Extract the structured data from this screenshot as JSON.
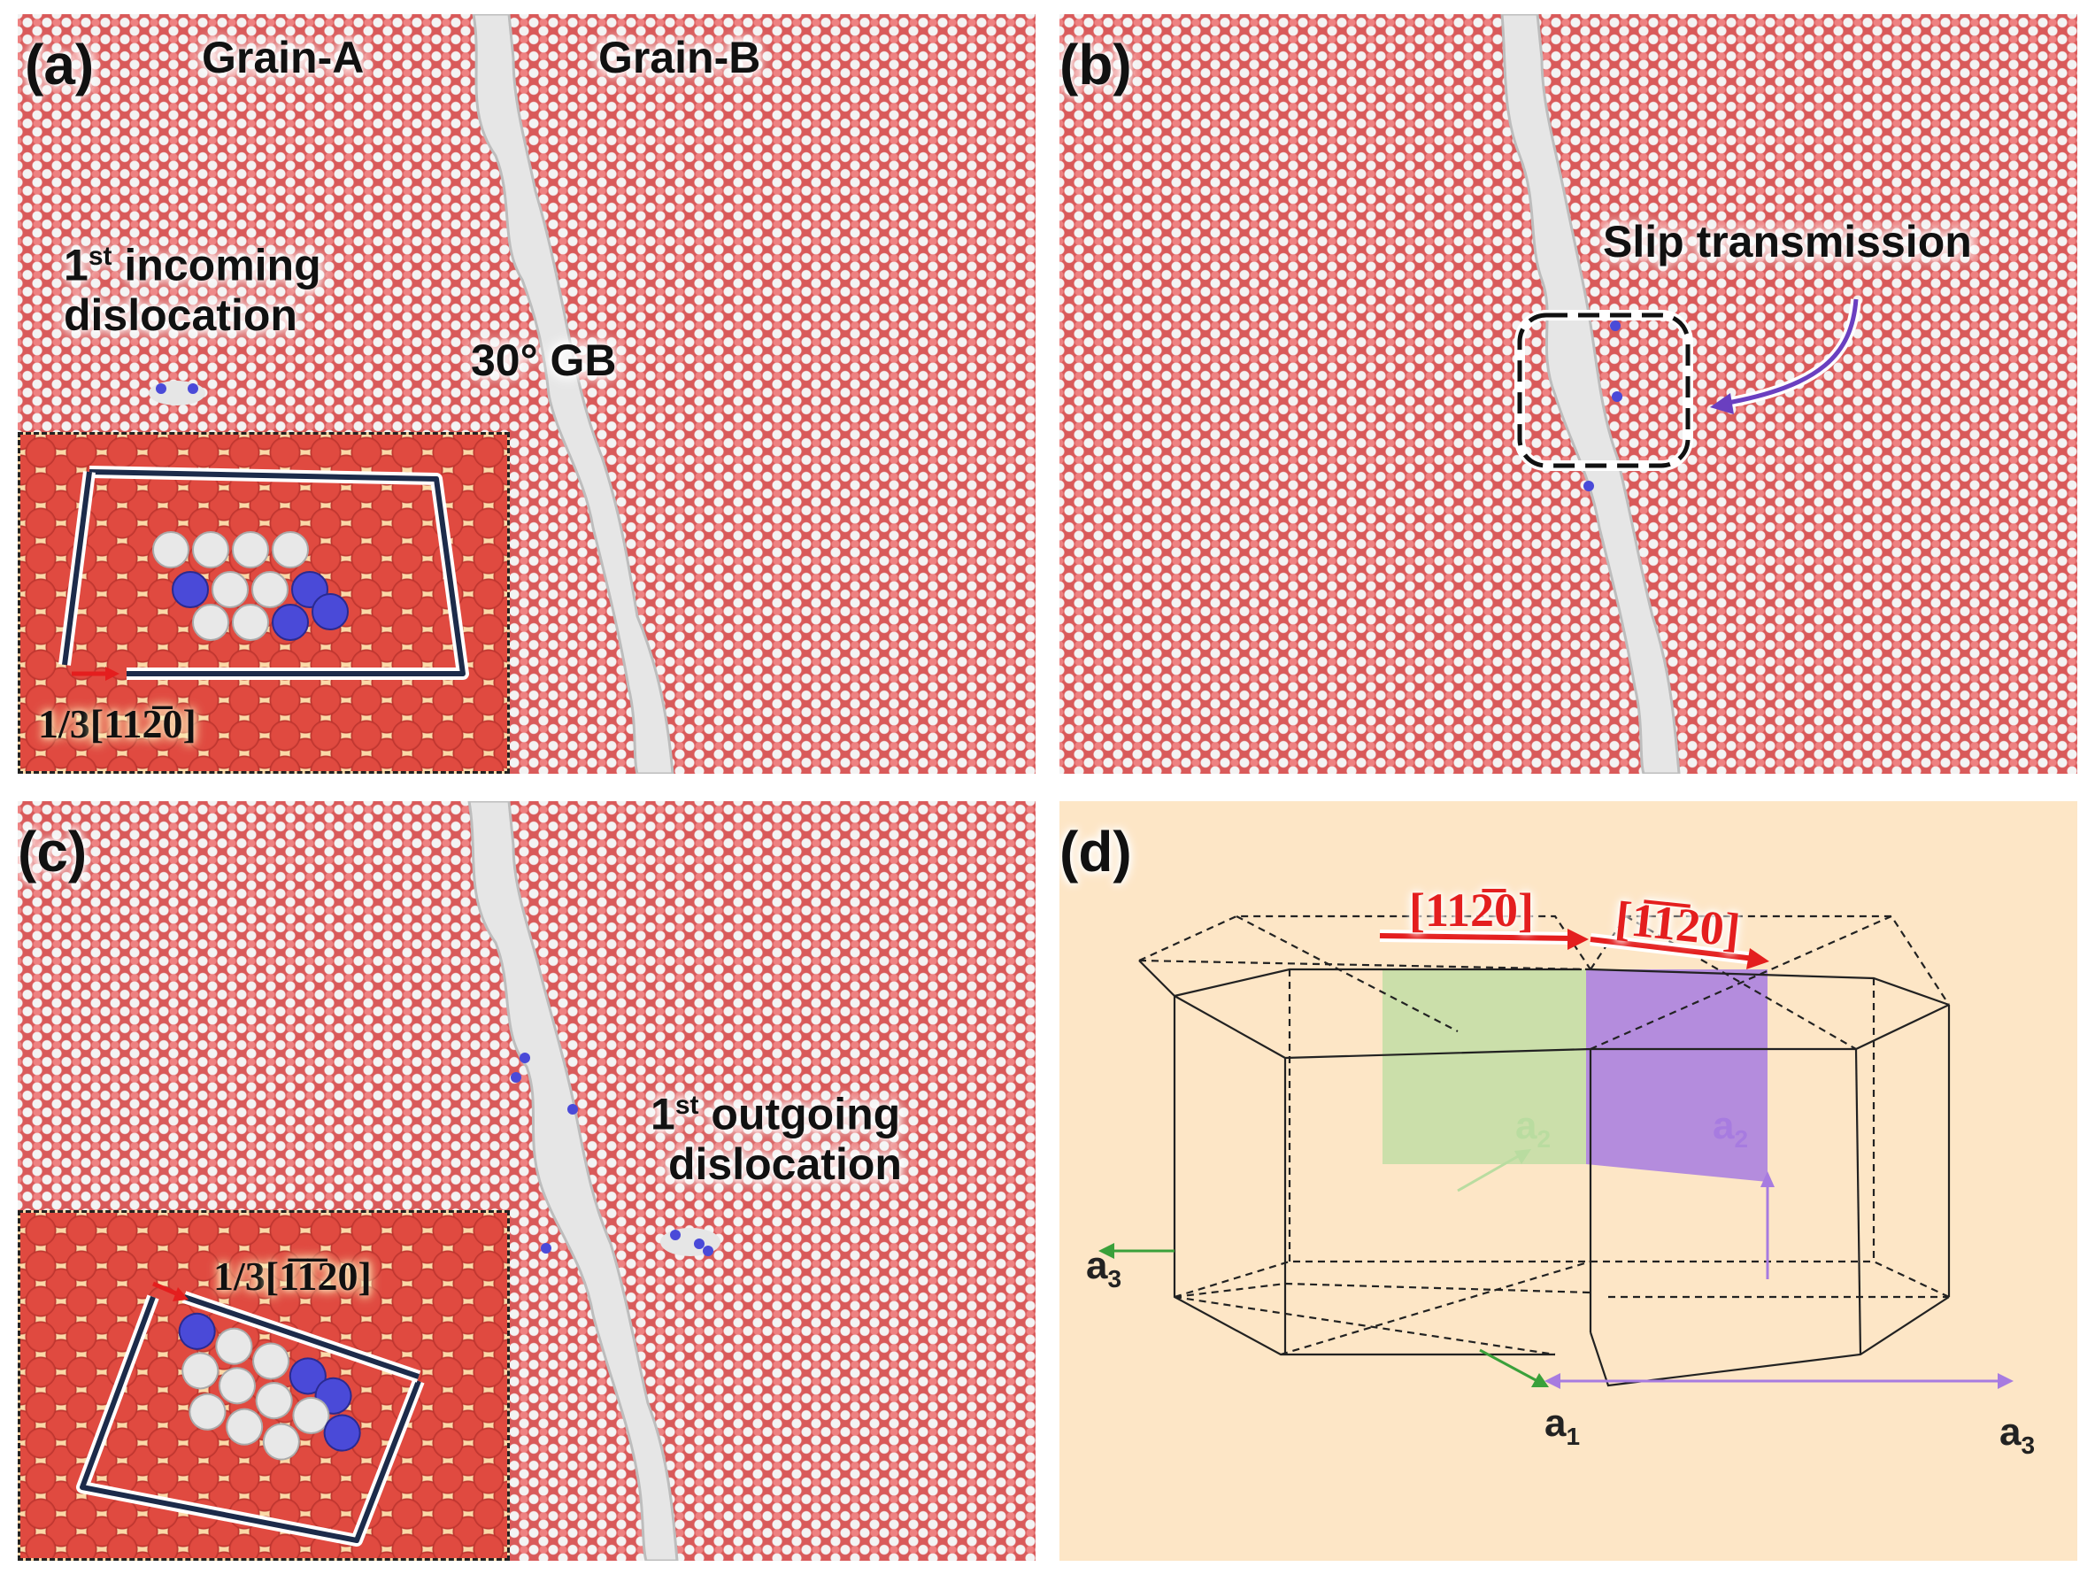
{
  "panels": {
    "a": {
      "label": "(a)",
      "grain_a": "Grain-A",
      "grain_b": "Grain-B",
      "incoming_sup_num": "1",
      "incoming_sup": "st",
      "incoming_line1": "incoming",
      "incoming_line2": "dislocation",
      "gb_label": "30° GB",
      "burgers_prefix": "1/3",
      "burgers_vector": "[112̅0]"
    },
    "b": {
      "label": "(b)",
      "slip_label": "Slip transmission"
    },
    "c": {
      "label": "(c)",
      "outgoing_sup_num": "1",
      "outgoing_sup": "st",
      "outgoing_line1": "outgoing",
      "outgoing_line2": "dislocation",
      "burgers_prefix": "1/3",
      "burgers_vector": "[1̅1̅20]"
    },
    "d": {
      "label": "(d)",
      "vec1": "[112̅0]",
      "vec2": "[1̅1̅20]",
      "axis_a1": "a",
      "axis_a1_sub": "1",
      "axis_a2_left": "a",
      "axis_a2_left_sub": "2",
      "axis_a2_right": "a",
      "axis_a2_right_sub": "2",
      "axis_a3_left": "a",
      "axis_a3_left_sub": "3",
      "axis_a3_right": "a",
      "axis_a3_right_sub": "3"
    }
  },
  "colors": {
    "oxygen_red": "#d95a5a",
    "boundary_white": "#e6e6e6",
    "dislocation_blue": "#4a4ad8",
    "vector_red": "#e41e1e",
    "plane_green": "#b9dca0",
    "plane_purple": "#a77be0",
    "background_peach": "#fde6c6",
    "arrow_purple": "#6a3fc0"
  }
}
